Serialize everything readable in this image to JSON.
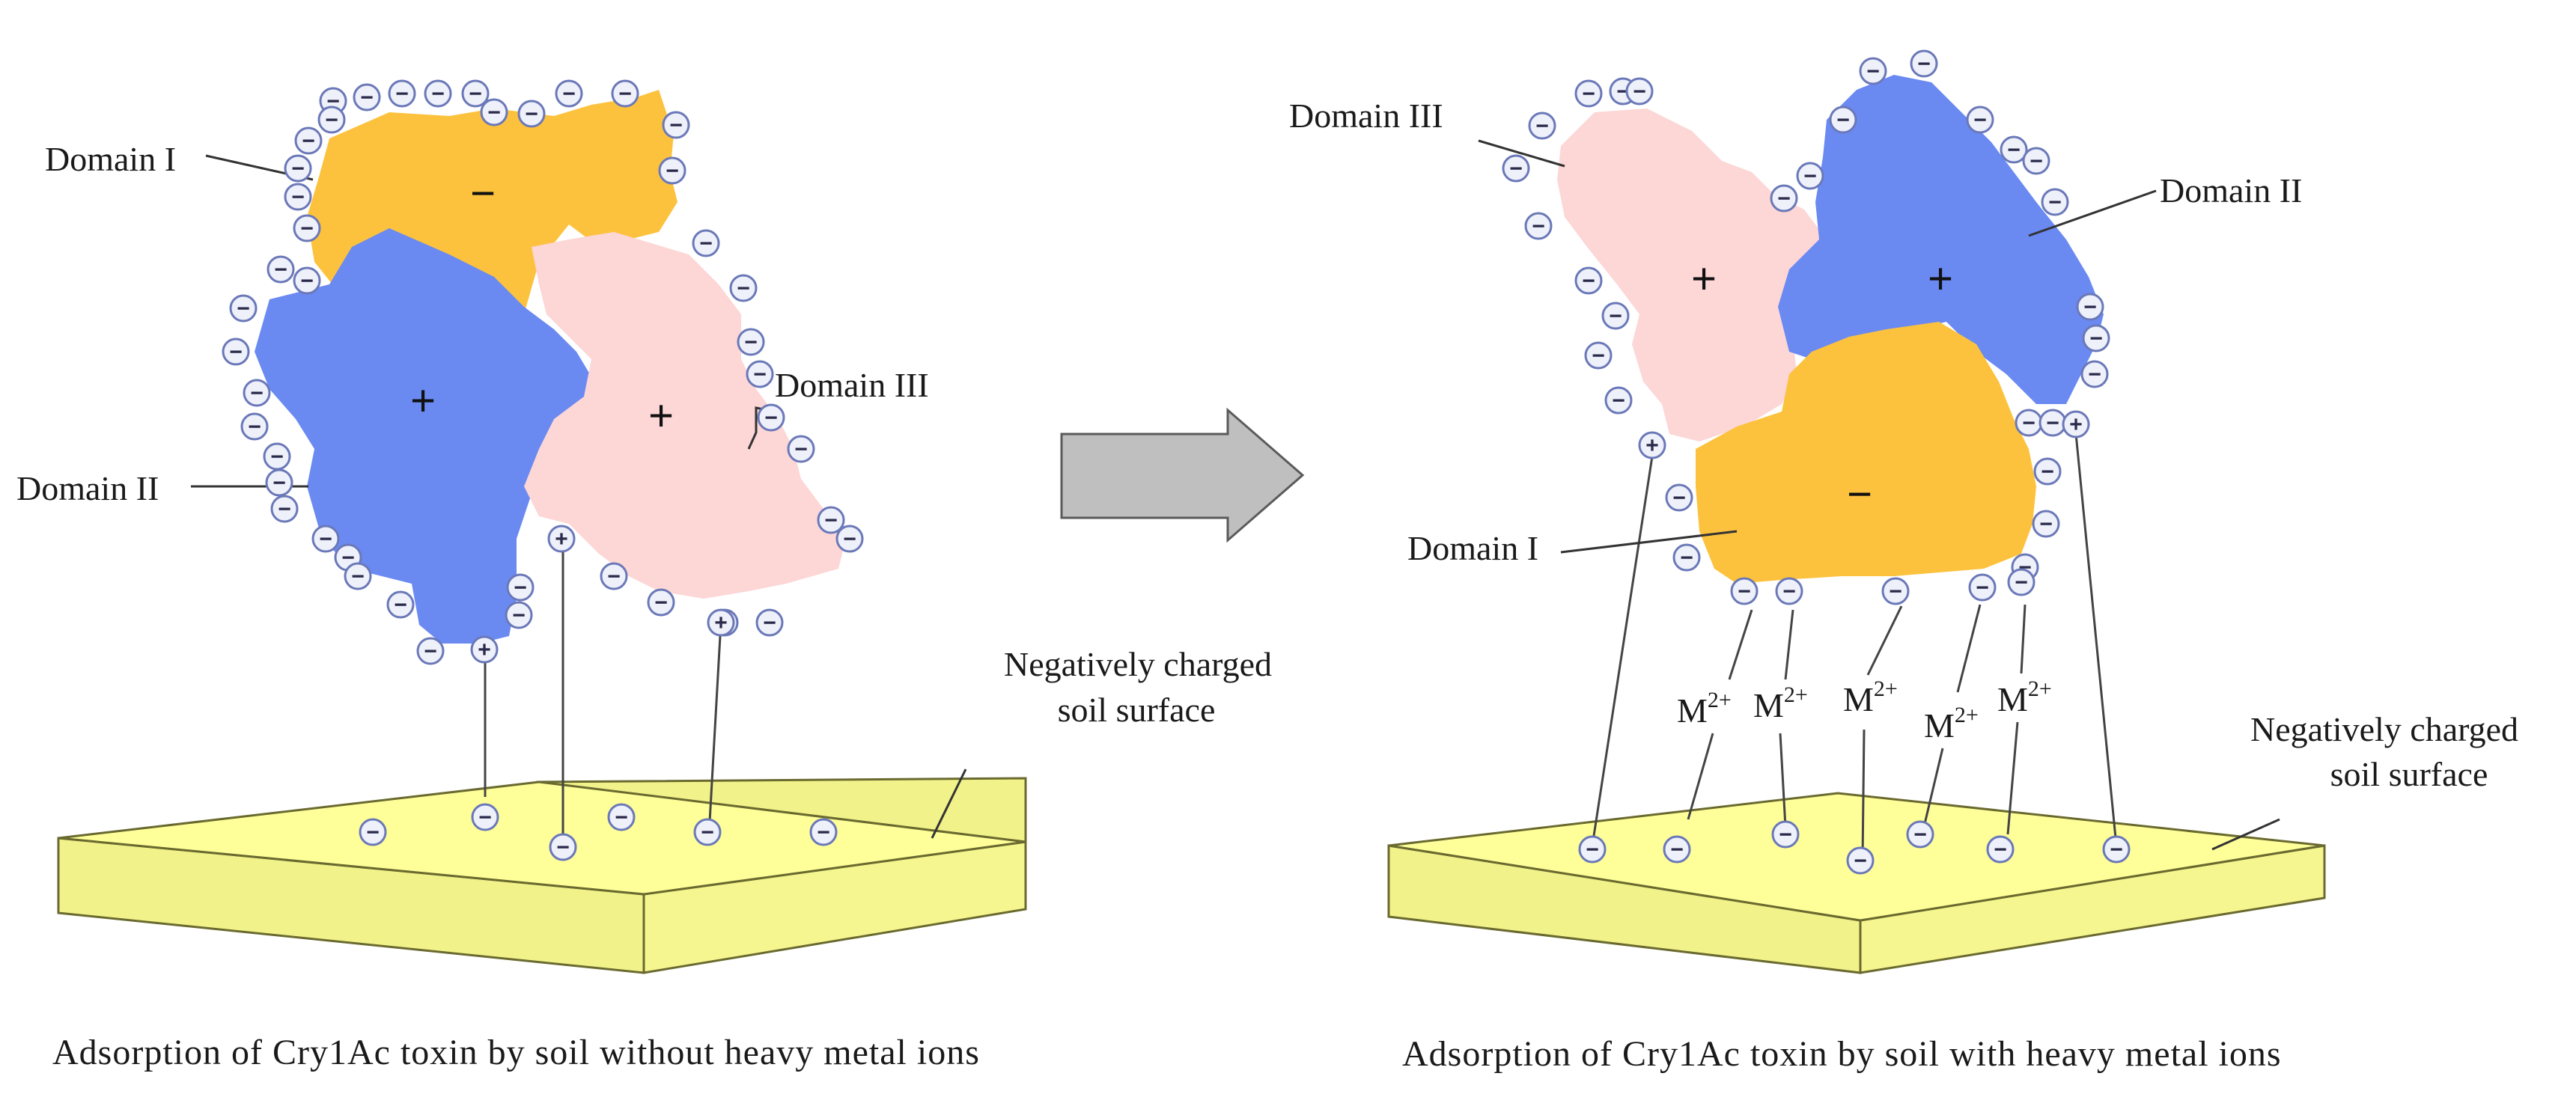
{
  "left_panel": {
    "labels": {
      "domain1": "Domain I",
      "domain2": "Domain II",
      "domain3": "Domain III",
      "soil": [
        "Negatively charged",
        "soil surface"
      ]
    },
    "domain_signs": {
      "domain1": "−",
      "domain2": "+",
      "domain3": "+"
    },
    "caption": "Adsorption of Cry1Ac toxin by soil without heavy metal ions"
  },
  "right_panel": {
    "labels": {
      "domain1": "Domain I",
      "domain2": "Domain II",
      "domain3": "Domain III",
      "soil": [
        "Negatively charged",
        "soil surface"
      ]
    },
    "domain_signs": {
      "domain1": "−",
      "domain2": "+",
      "domain3": "+"
    },
    "metal_ion": {
      "symbol": "M",
      "charge": "2+"
    },
    "caption": "Adsorption of Cry1Ac toxin by soil with heavy metal ions"
  },
  "charge_symbols": {
    "negative": "−",
    "positive": "+"
  },
  "colors": {
    "domain1": "#fcc23e",
    "domain2": "#6a8af2",
    "domain3": "#fdd6d6",
    "soil_top": "#ffff99",
    "soil_side": "#f2f28a",
    "arrow": "#bfbfbf"
  },
  "icons": {
    "transition_arrow": "right-arrow-icon"
  }
}
